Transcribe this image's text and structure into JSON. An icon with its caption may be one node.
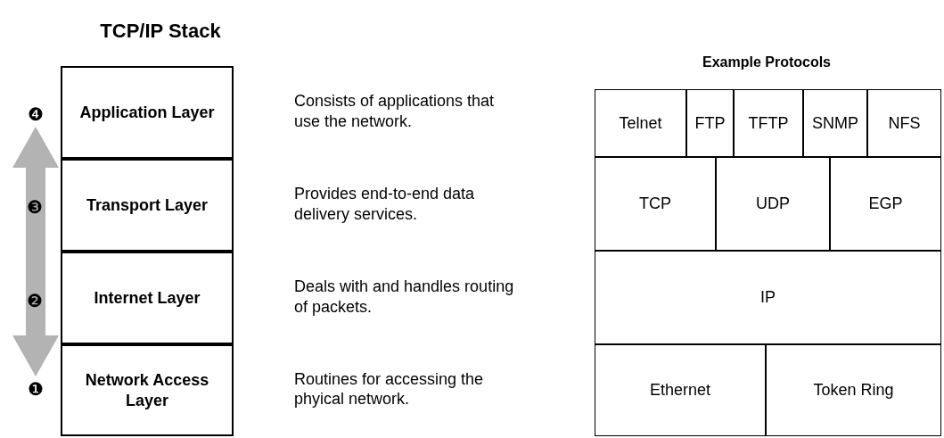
{
  "diagram": {
    "title": "TCP/IP Stack",
    "nodes": [
      {
        "text": [
          "Application Layer"
        ],
        "beside": [
          "Consists of applications that use the network."
        ]
      },
      {
        "text": [
          "Transport Layer"
        ],
        "beside": [
          "Provides end-to-end data delivery services."
        ]
      },
      {
        "text": [
          "Internet Layer"
        ],
        "beside": [
          "Deals with and handles routing of packets."
        ]
      },
      {
        "text": [
          "Network Access Layer"
        ],
        "beside": [
          "Routines for accessing the phyical network."
        ]
      },
      {
        "text": [
          "Telnet"
        ]
      },
      {
        "text": [
          "FTP"
        ]
      },
      {
        "text": [
          "TFTP"
        ]
      },
      {
        "text": [
          "SNMP"
        ]
      },
      {
        "text": [
          "NFS"
        ]
      },
      {
        "text": [
          "TCP"
        ]
      },
      {
        "text": [
          "UDP"
        ]
      },
      {
        "text": [
          "EGP"
        ]
      },
      {
        "text": [
          "IP"
        ]
      },
      {
        "text": [
          "Ethernet"
        ]
      },
      {
        "text": [
          "Token Ring"
        ]
      },
      {
        "text": [
          "❹"
        ]
      },
      {
        "text": [
          "❶"
        ]
      }
    ],
    "edges": [
      {
        "from": 16,
        "to": 15,
        "arrow": "both"
      }
    ],
    "labels": [
      "Example Protocols",
      "❸",
      "❷"
    ]
  }
}
